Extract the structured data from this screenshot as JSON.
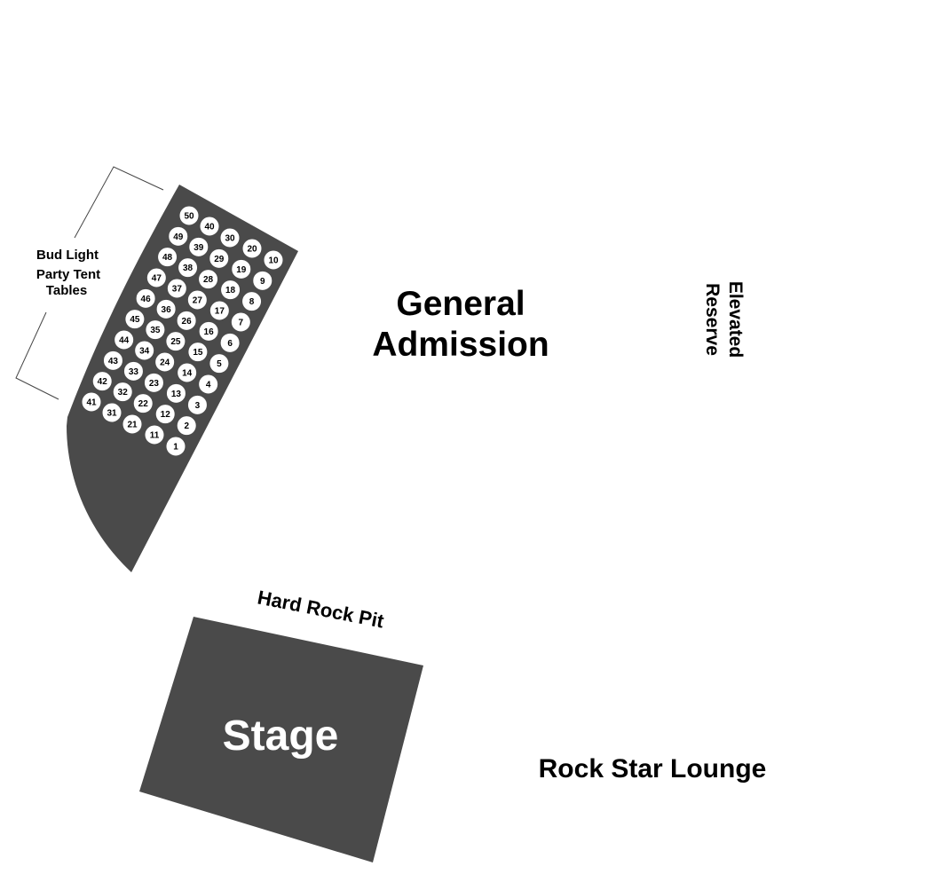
{
  "colors": {
    "section_fill": "#4a4a4a",
    "table_fill": "#ffffff",
    "text": "#000000",
    "stage_text": "#ffffff",
    "bracket": "#444444"
  },
  "labels": {
    "tent_line1": "Bud Light",
    "tent_line2": "Party Tent",
    "tent_line3": "Tables",
    "ga_line1": "General",
    "ga_line2": "Admission",
    "elevated_line1": "Elevated",
    "elevated_line2": "Reserve",
    "pit": "Hard Rock Pit",
    "stage": "Stage",
    "lounge": "Rock Star Lounge"
  },
  "tables": [
    {
      "n": "1"
    },
    {
      "n": "2"
    },
    {
      "n": "3"
    },
    {
      "n": "4"
    },
    {
      "n": "5"
    },
    {
      "n": "6"
    },
    {
      "n": "7"
    },
    {
      "n": "8"
    },
    {
      "n": "9"
    },
    {
      "n": "10"
    },
    {
      "n": "11"
    },
    {
      "n": "12"
    },
    {
      "n": "13"
    },
    {
      "n": "14"
    },
    {
      "n": "15"
    },
    {
      "n": "16"
    },
    {
      "n": "17"
    },
    {
      "n": "18"
    },
    {
      "n": "19"
    },
    {
      "n": "20"
    },
    {
      "n": "21"
    },
    {
      "n": "22"
    },
    {
      "n": "23"
    },
    {
      "n": "24"
    },
    {
      "n": "25"
    },
    {
      "n": "26"
    },
    {
      "n": "27"
    },
    {
      "n": "28"
    },
    {
      "n": "29"
    },
    {
      "n": "30"
    },
    {
      "n": "31"
    },
    {
      "n": "32"
    },
    {
      "n": "33"
    },
    {
      "n": "34"
    },
    {
      "n": "35"
    },
    {
      "n": "36"
    },
    {
      "n": "37"
    },
    {
      "n": "38"
    },
    {
      "n": "39"
    },
    {
      "n": "40"
    },
    {
      "n": "41"
    },
    {
      "n": "42"
    },
    {
      "n": "43"
    },
    {
      "n": "44"
    },
    {
      "n": "45"
    },
    {
      "n": "46"
    },
    {
      "n": "47"
    },
    {
      "n": "48"
    },
    {
      "n": "49"
    },
    {
      "n": "50"
    }
  ]
}
